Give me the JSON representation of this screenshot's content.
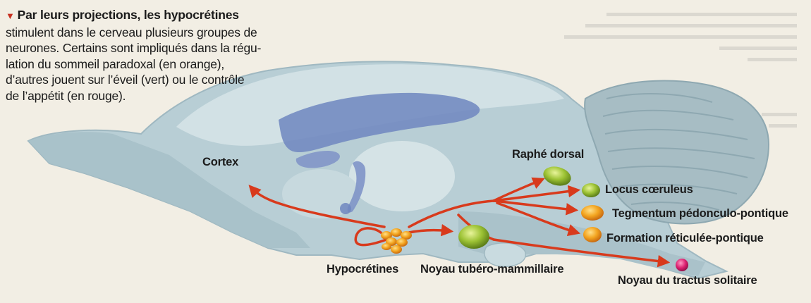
{
  "caption": {
    "title": "Par leurs projections, les hypocrétines",
    "lines": [
      "stimulent dans le cerveau plusieurs groupes de",
      "neurones. Certains sont impliqués dans la régu-",
      "lation du sommeil paradoxal (en orange),",
      "d’autres jouent sur l’éveil (vert) ou le contrôle",
      "de l’appétit (en rouge)."
    ]
  },
  "labels": {
    "cortex": "Cortex",
    "raphe": "Raphé dorsal",
    "locus": "Locus cœruleus",
    "tegmentum": "Tegmentum pédonculo-pontique",
    "formation": "Formation réticulée-pontique",
    "hypocretines": "Hypocrétines",
    "noyau_tubero": "Noyau tubéro-mammillaire",
    "noyau_tractus": "Noyau du tractus solitaire"
  },
  "colors": {
    "eveil": "#8db82c",
    "sommeil_paradoxal": "#f0a020",
    "appetit": "#d8206a",
    "arrows": "#d83a1c",
    "brain": "#b4ccd3",
    "ventricle": "#6f86c0"
  }
}
